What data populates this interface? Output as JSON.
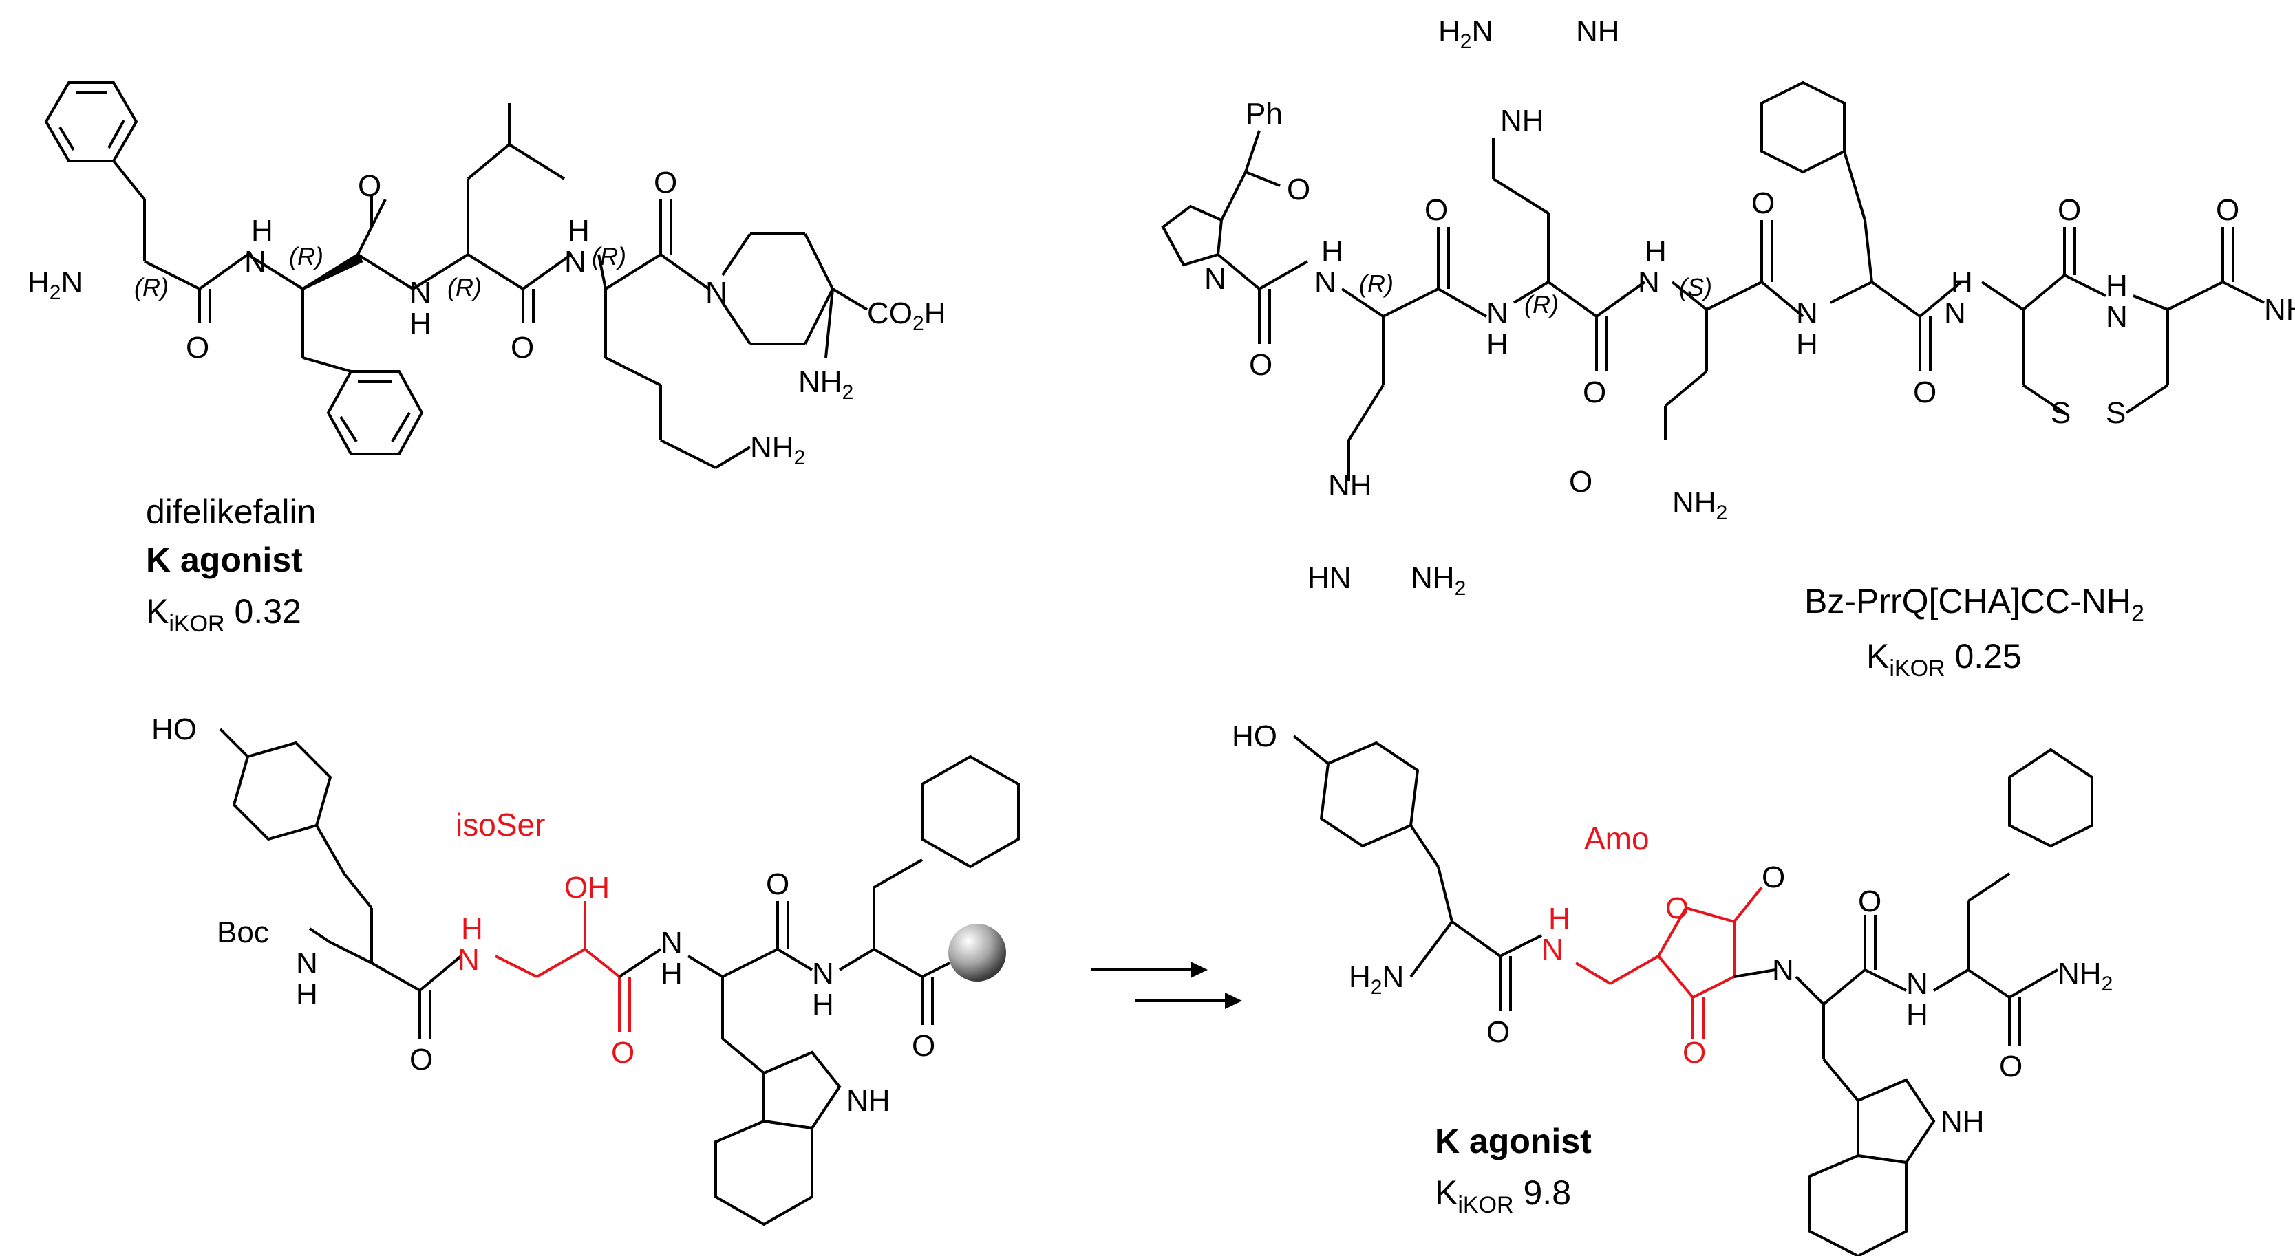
{
  "compounds": [
    {
      "name": "difelikefalin",
      "class_label": "K agonist",
      "ki_prefix": "K",
      "ki_subscript": "iKOR",
      "ki_value": "0.32"
    },
    {
      "name": "Bz-PrrQ[CHA]CC-NH",
      "name_subscript": "2",
      "ki_prefix": "K",
      "ki_subscript": "iKOR",
      "ki_value": "0.25"
    },
    {
      "fragment_label": "isoSer"
    },
    {
      "fragment_label": "Amo",
      "class_label": "K agonist",
      "ki_prefix": "K",
      "ki_subscript": "iKOR",
      "ki_value": "9.8"
    }
  ],
  "colors": {
    "highlight": "#e8141b",
    "bond": "#000000",
    "bead": "#9a9a9a"
  }
}
